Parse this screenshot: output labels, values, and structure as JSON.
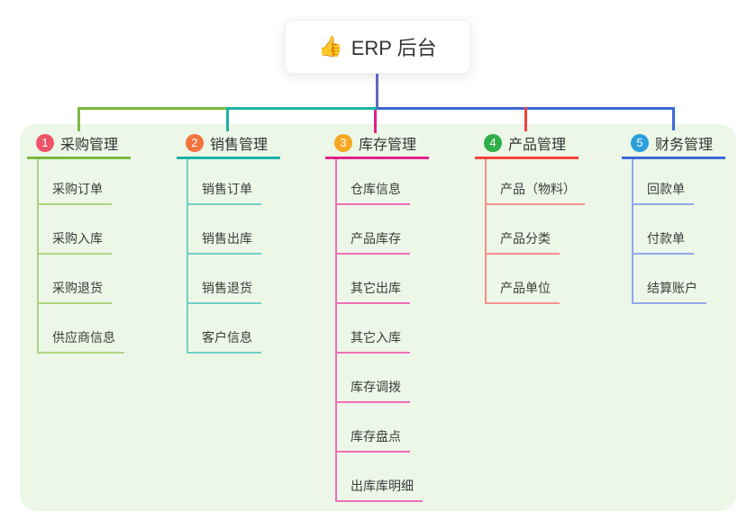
{
  "root": {
    "icon": "👍",
    "title": "ERP 后台"
  },
  "colors": {
    "canvas_bg": "#ffffff",
    "panel_bg": "#ecf7e8",
    "root_line": "#5c6bc0",
    "text": "#333333"
  },
  "connectors": {
    "segment_left_green": "#7cb93e",
    "segment_mid_teal": "#1eb3a5",
    "segment_right_blue": "#3e67d2"
  },
  "branches": [
    {
      "number": "1",
      "label": "采购管理",
      "badge_color": "#ee5468",
      "line_color": "#7cb93e",
      "child_line_color": "#aed581",
      "children": [
        "采购订单",
        "采购入库",
        "采购退货",
        "供应商信息"
      ]
    },
    {
      "number": "2",
      "label": "销售管理",
      "badge_color": "#f2733d",
      "line_color": "#1eb3a5",
      "child_line_color": "#6fcfc6",
      "children": [
        "销售订单",
        "销售出库",
        "销售退货",
        "客户信息"
      ]
    },
    {
      "number": "3",
      "label": "库存管理",
      "badge_color": "#f7a823",
      "line_color": "#e0218a",
      "child_line_color": "#ef6eb7",
      "children": [
        "仓库信息",
        "产品库存",
        "其它出库",
        "其它入库",
        "库存调拨",
        "库存盘点",
        "出库库明细"
      ]
    },
    {
      "number": "4",
      "label": "产品管理",
      "badge_color": "#2fae4a",
      "line_color": "#f4433c",
      "child_line_color": "#f78f8d",
      "children": [
        "产品（物料）",
        "产品分类",
        "产品单位"
      ]
    },
    {
      "number": "5",
      "label": "财务管理",
      "badge_color": "#2aa0dc",
      "line_color": "#3b6bd6",
      "child_line_color": "#93a7e8",
      "children": [
        "回款单",
        "付款单",
        "结算账户"
      ]
    }
  ]
}
